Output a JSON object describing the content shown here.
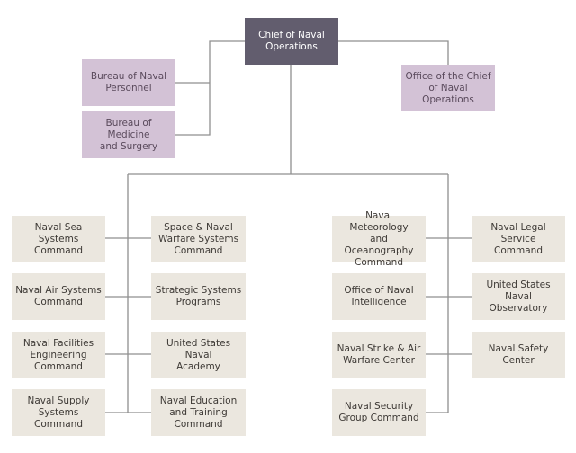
{
  "title": "Chief of Naval Operations organization chart",
  "colors": {
    "top": "#625d6e",
    "staff": "#d3c2d6",
    "command": "#ebe7df",
    "connector": "#8f8f8f"
  },
  "root": {
    "id": "cno",
    "label": "Chief of Naval\nOperations"
  },
  "staff": [
    {
      "id": "bupers",
      "label": "Bureau of Naval\nPersonnel"
    },
    {
      "id": "bumed",
      "label": "Bureau of Medicine\nand Surgery"
    },
    {
      "id": "opnav",
      "label": "Office of the Chief\nof Naval\nOperations"
    }
  ],
  "commands": {
    "left_outer": [
      {
        "id": "navsea",
        "label": "Naval Sea Systems\nCommand"
      },
      {
        "id": "navair",
        "label": "Naval Air Systems\nCommand"
      },
      {
        "id": "navfac",
        "label": "Naval Facilities\nEngineering\nCommand"
      },
      {
        "id": "navsup",
        "label": "Naval Supply\nSystems Command"
      }
    ],
    "left_inner": [
      {
        "id": "spawar",
        "label": "Space & Naval\nWarfare Systems\nCommand"
      },
      {
        "id": "ssp",
        "label": "Strategic Systems\nPrograms"
      },
      {
        "id": "usna",
        "label": "United States Naval\nAcademy"
      },
      {
        "id": "netc",
        "label": "Naval Education\nand Training\nCommand"
      }
    ],
    "right_inner": [
      {
        "id": "metoc",
        "label": "Naval Meteorology\nand Oceanography\nCommand"
      },
      {
        "id": "oni",
        "label": "Office of Naval\nIntelligence"
      },
      {
        "id": "nsawc",
        "label": "Naval Strike & Air\nWarfare Center"
      },
      {
        "id": "navsecgru",
        "label": "Naval Security\nGroup Command"
      }
    ],
    "right_outer": [
      {
        "id": "nlsc",
        "label": "Naval Legal Service\nCommand"
      },
      {
        "id": "usno",
        "label": "United States Naval\nObservatory"
      },
      {
        "id": "navsafecen",
        "label": "Naval Safety\nCenter"
      }
    ]
  }
}
